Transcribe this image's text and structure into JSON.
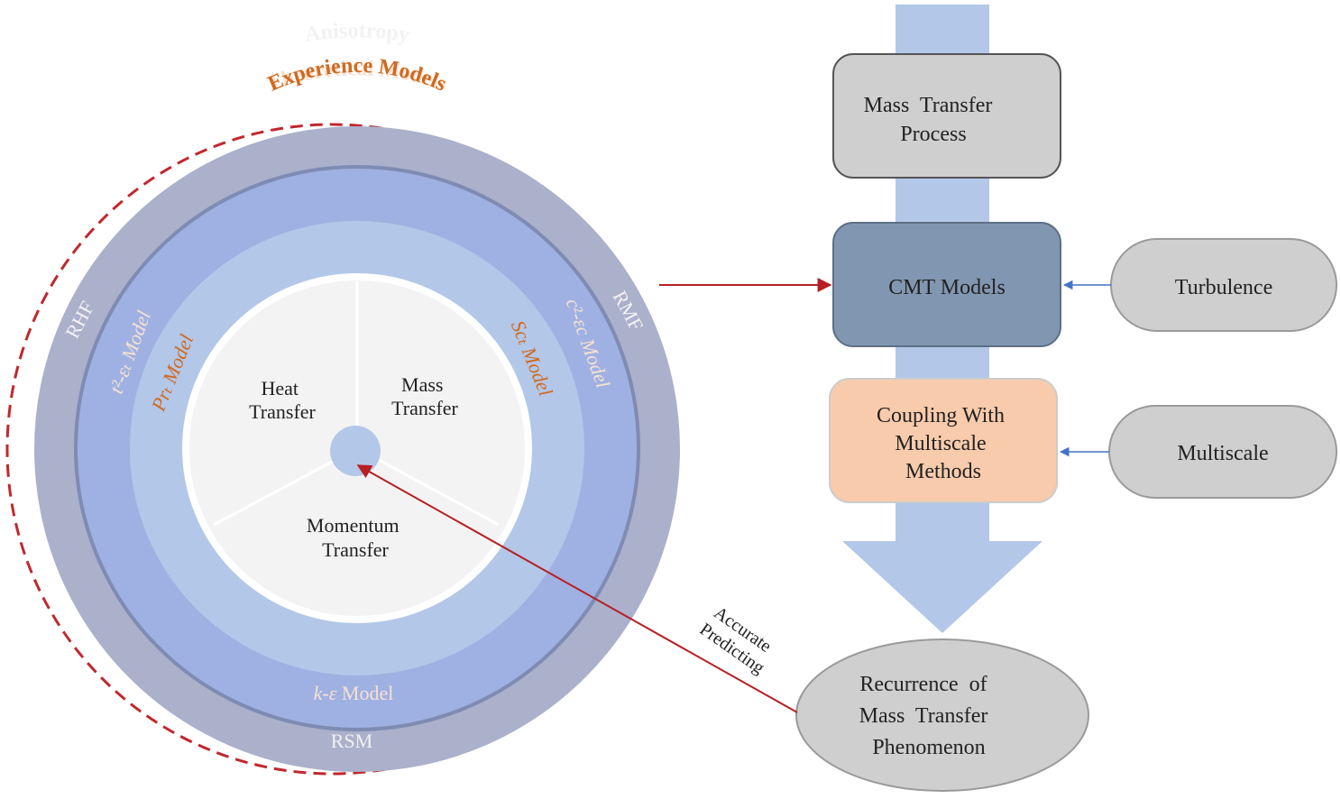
{
  "colors": {
    "ring_outer": "#abb0cb",
    "ring_middle": "#9fb1e2",
    "ring_inner": "#b3c7e8",
    "center_disc": "#f4f3f4",
    "center_dot": "#b3c7e8",
    "dashed_border": "#c0282d",
    "arrow_red": "#b61f23",
    "arrow_blue": "#4472c4",
    "flow_arrow": "#b3c7e8",
    "box_gray": "#d0cfcf",
    "box_cmt": "#8197b1",
    "box_coupling": "#f8cbac",
    "label_white": "#f2f2f2",
    "label_peach": "#f8e1d2",
    "label_orange": "#d2691e"
  },
  "circle": {
    "anisotropy": "Anisotropy",
    "theoretical": "Theoretical Models",
    "experience": "Experience Models",
    "rhf": "RHF",
    "rmf": "RMF",
    "rsm": "RSM",
    "t2_model": "t²-εₜ Model",
    "c2_model": "c²-εc Model",
    "pr_model": "Prₜ Model",
    "sc_model": "Scₜ Model",
    "ke_model_symbol": "k-ε",
    "ke_model_word": " Model",
    "heat": [
      "Heat",
      "Transfer"
    ],
    "mass": [
      "Mass",
      "Transfer"
    ],
    "momentum": [
      "Momentum",
      "Transfer"
    ]
  },
  "flow": {
    "mass_transfer_process": [
      "Mass  Transfer",
      "Process"
    ],
    "cmt_models": "CMT Models",
    "coupling": [
      "Coupling With",
      "Multiscale",
      "Methods"
    ],
    "turbulence": "Turbulence",
    "multiscale": "Multiscale",
    "recurrence": [
      "Recurrence  of",
      "Mass  Transfer",
      "Phenomenon"
    ]
  },
  "annotation": {
    "accurate": "Accurate",
    "predicting": "Predicting"
  }
}
